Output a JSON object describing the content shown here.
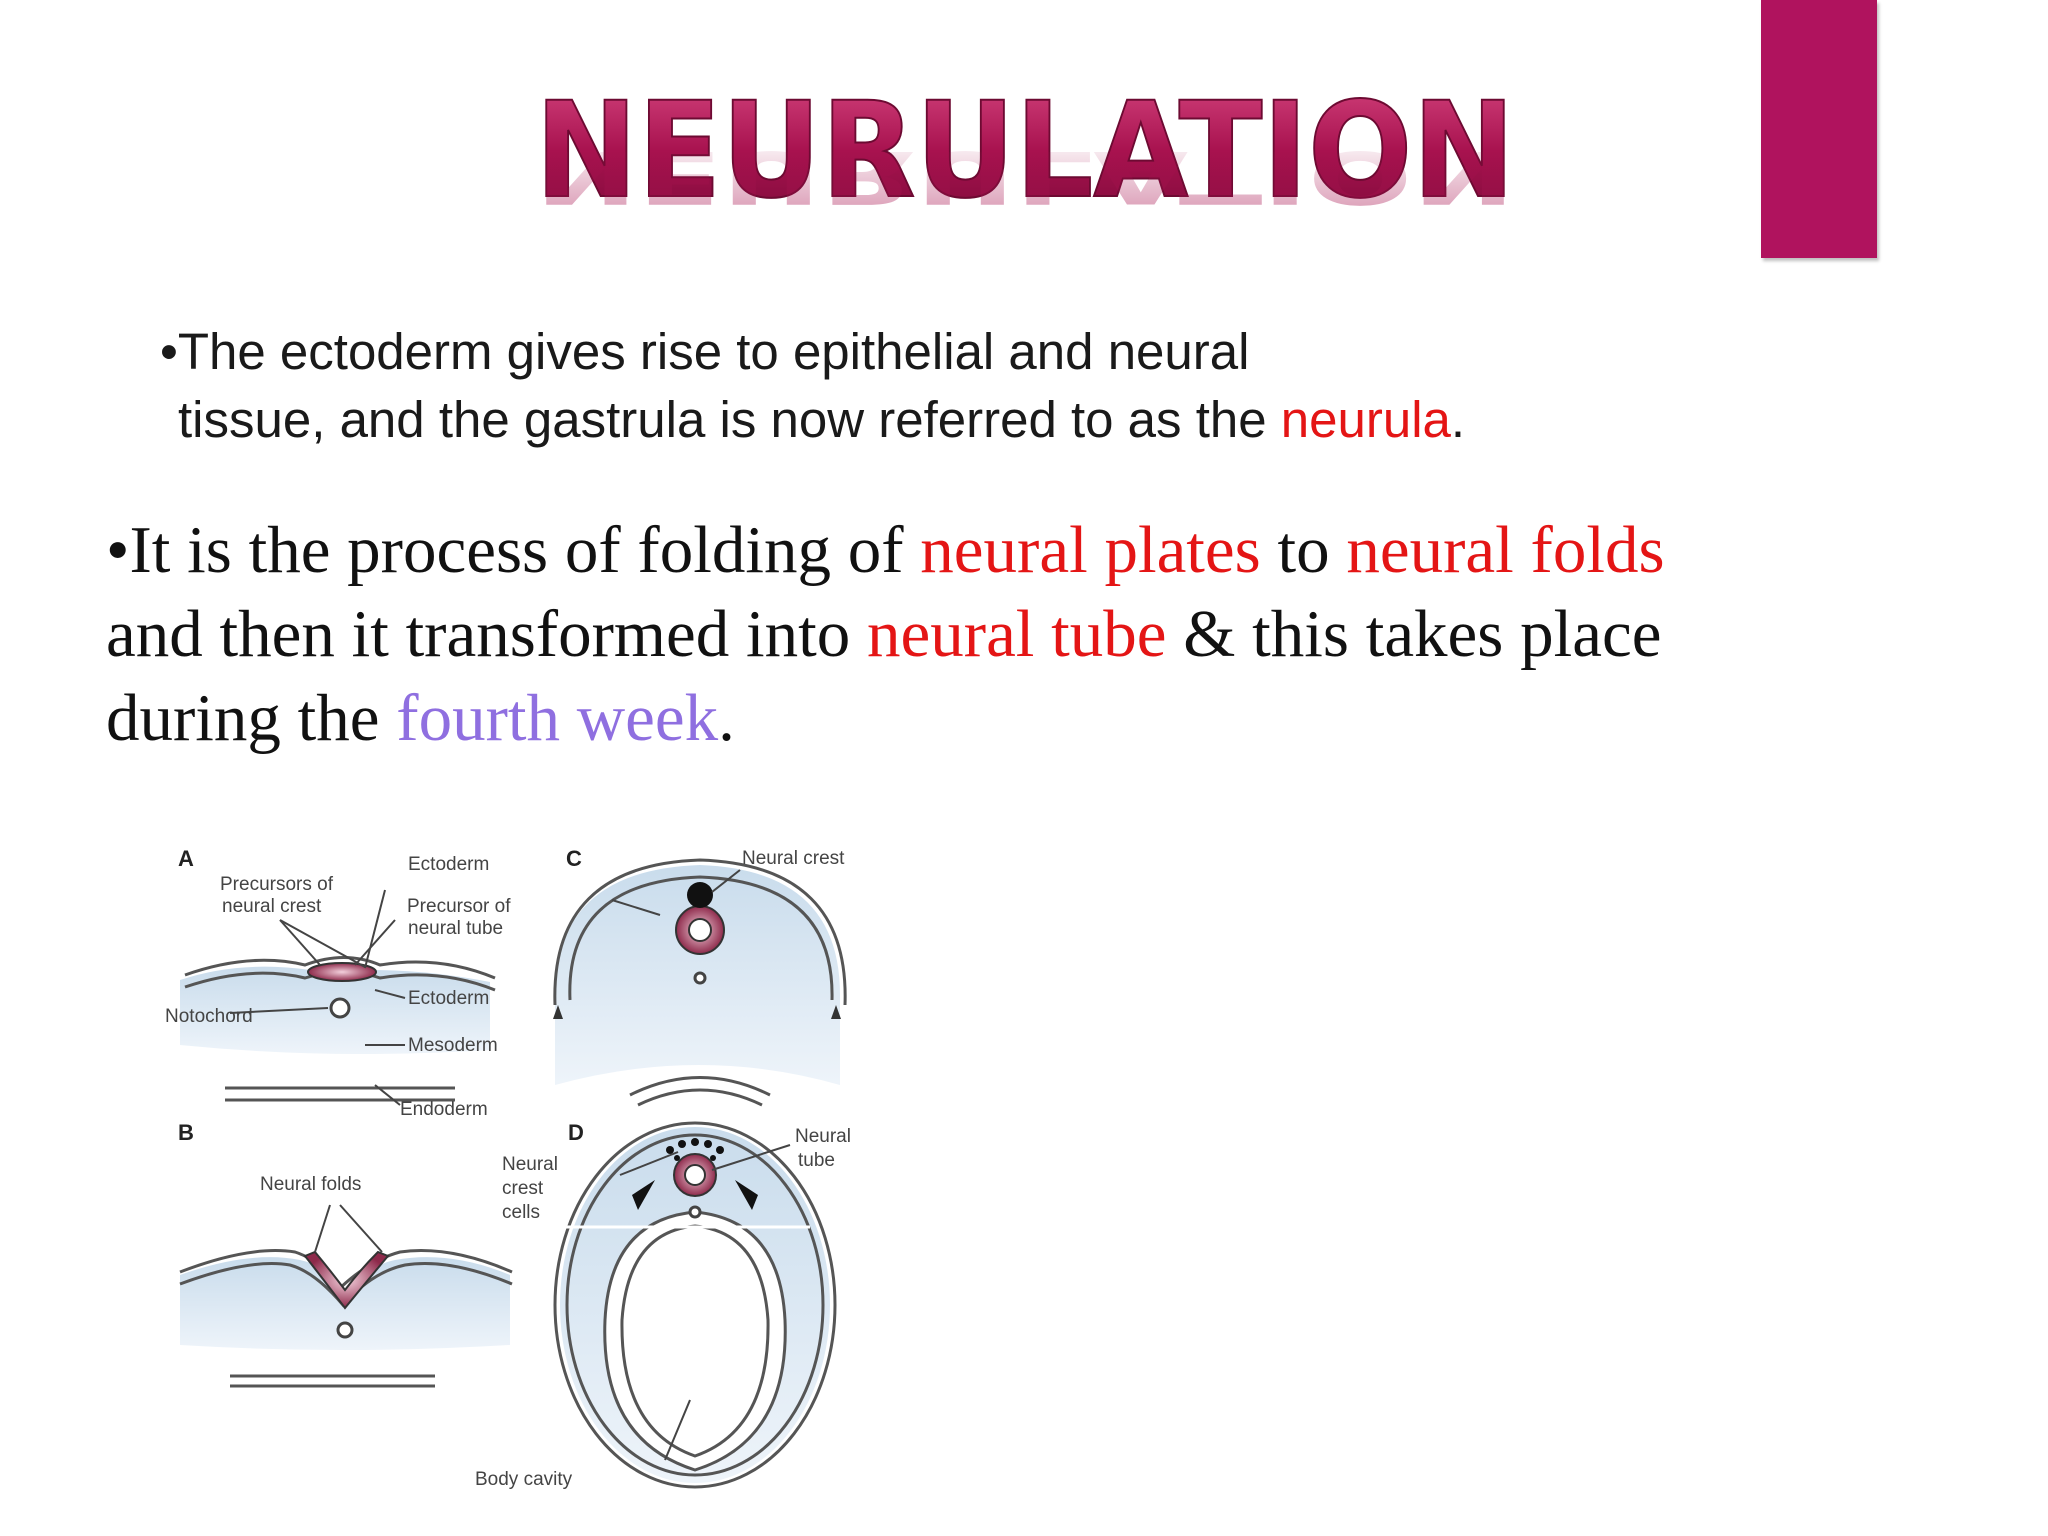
{
  "colors": {
    "accent": "#b0135e",
    "title": "#a8124f",
    "highlight_red": "#e41515",
    "highlight_purple": "#8f6fe0"
  },
  "title": "NEURULATION",
  "bullet1": {
    "marker": "•",
    "line1": "The ectoderm gives rise to epithelial and neural",
    "line2_prefix": "tissue, and the gastrula is now referred to as the ",
    "neurula": "neurula",
    "end": "."
  },
  "bullet2": {
    "marker": "•",
    "t1": "It is the process of folding of ",
    "neural_plates": "neural plates",
    "t2": " to ",
    "neural_folds": "neural folds",
    "t3": " and then it transformed into ",
    "neural_tube": "neural tube",
    "t4": " & this takes place during the ",
    "fourth_week": "fourth week",
    "end": "."
  },
  "figure": {
    "panels": {
      "a": "A",
      "b": "B",
      "c": "C",
      "d": "D"
    },
    "labels": {
      "precursors_neural_crest_1": "Precursors of",
      "precursors_neural_crest_2": "neural crest",
      "ectoderm_top": "Ectoderm",
      "precursor_tube_1": "Precursor of",
      "precursor_tube_2": "neural tube",
      "ectoderm_mid": "Ectoderm",
      "notochord": "Notochord",
      "mesoderm": "Mesoderm",
      "endoderm": "Endoderm",
      "neural_crest": "Neural crest",
      "neural_folds": "Neural folds",
      "neural_crest_cells_1": "Neural",
      "neural_crest_cells_2": "crest",
      "neural_crest_cells_3": "cells",
      "neural_tube_1": "Neural",
      "neural_tube_2": "tube",
      "body_cavity": "Body cavity"
    }
  }
}
